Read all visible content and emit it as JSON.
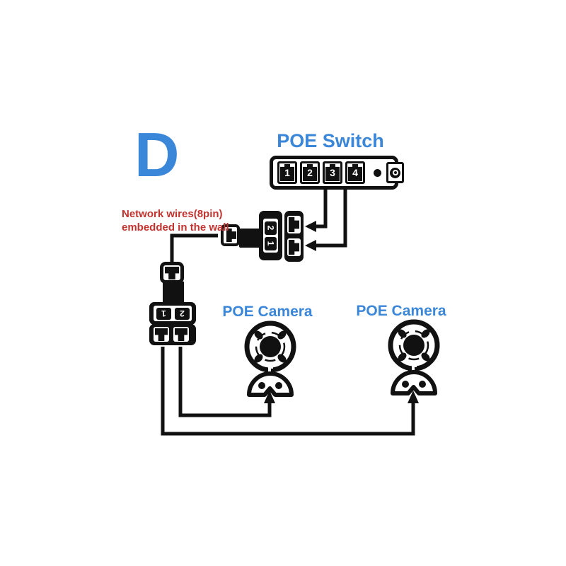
{
  "diagram": {
    "variant_label": "D",
    "switch": {
      "title": "POE Switch",
      "ports": [
        "1",
        "2",
        "3",
        "4"
      ]
    },
    "wall_note": {
      "line1": "Network wires(8pin)",
      "line2": "embedded in the wall"
    },
    "coupler": {
      "ports": [
        "2",
        "1"
      ]
    },
    "wall_splitter": {
      "ports": [
        "1",
        "2"
      ]
    },
    "cameras": [
      {
        "label": "POE Camera"
      },
      {
        "label": "POE Camera"
      }
    ],
    "colors": {
      "accent_blue": "#3a86d9",
      "label_red": "#c2322e",
      "line_black": "#111111"
    }
  }
}
